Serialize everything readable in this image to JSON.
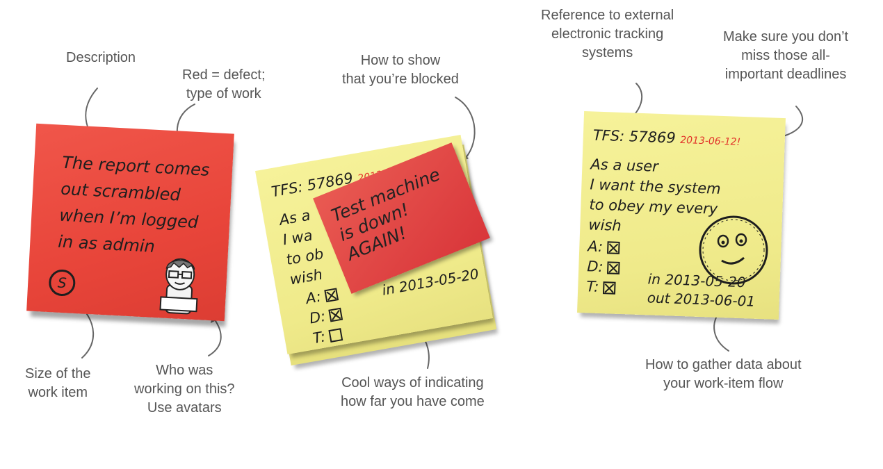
{
  "labels": {
    "description": [
      "Description"
    ],
    "red_defect": [
      "Red = defect;",
      "type of work"
    ],
    "blocked": [
      "How to show",
      "that you’re blocked"
    ],
    "tracking": [
      "Reference to external",
      "electronic tracking",
      "systems"
    ],
    "deadlines": [
      "Make sure you don’t",
      "miss those all-",
      "important deadlines"
    ],
    "size": [
      "Size of the",
      "work item"
    ],
    "avatars": [
      "Who was",
      "working on this?",
      "Use avatars"
    ],
    "progress": [
      "Cool ways of indicating",
      "how far you have come"
    ],
    "flow": [
      "How to gather data about",
      "your work-item flow"
    ]
  },
  "red_note": {
    "lines": [
      "The report comes",
      "out scrambled",
      "when I’m logged",
      "in as admin"
    ],
    "size": "S",
    "color": "#e8453a"
  },
  "middle_note": {
    "tfs": "TFS: 57869",
    "deadline": "2013-06-12!",
    "lines": [
      "As a",
      "I wa",
      "to ob",
      "wish"
    ],
    "checks": [
      {
        "label": "A:",
        "checked": true
      },
      {
        "label": "D:",
        "checked": true
      },
      {
        "label": "T:",
        "checked": false
      }
    ],
    "in_date": "in 2013-05-20",
    "blocker": [
      "Test machine",
      "is down!",
      "AGAIN!"
    ],
    "color": "#f3ee92"
  },
  "right_note": {
    "tfs": "TFS: 57869",
    "deadline": "2013-06-12!",
    "lines": [
      "As a user",
      "I want the system",
      "to obey my every",
      "wish"
    ],
    "checks": [
      {
        "label": "A:",
        "checked": true
      },
      {
        "label": "D:",
        "checked": true
      },
      {
        "label": "T:",
        "checked": true
      }
    ],
    "in_date": "in 2013-05-20",
    "out_date": "out 2013-06-01",
    "color": "#f3ee92"
  }
}
